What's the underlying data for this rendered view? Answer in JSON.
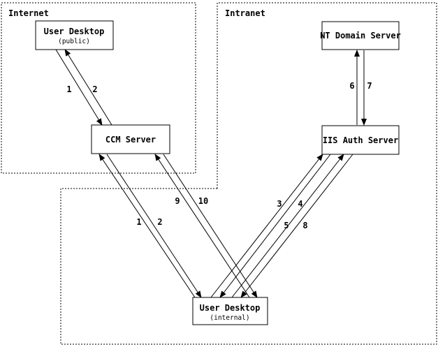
{
  "regions": {
    "internet": {
      "label": "Internet"
    },
    "intranet": {
      "label": "Intranet"
    }
  },
  "nodes": {
    "user_desktop_public": {
      "title": "User Desktop",
      "subtitle": "(public)"
    },
    "nt_domain_server": {
      "title": "NT Domain Server"
    },
    "ccm_server": {
      "title": "CCM Server"
    },
    "iis_auth_server": {
      "title": "IIS Auth Server"
    },
    "user_desktop_internal": {
      "title": "User Desktop",
      "subtitle": "(internal)"
    }
  },
  "flows": [
    {
      "label": "1",
      "from": "user-desktop-public",
      "to": "ccm-server"
    },
    {
      "label": "2",
      "from": "ccm-server",
      "to": "user-desktop-public"
    },
    {
      "label": "1",
      "from": "user-desktop-internal",
      "to": "ccm-server"
    },
    {
      "label": "2",
      "from": "ccm-server",
      "to": "user-desktop-internal"
    },
    {
      "label": "9",
      "from": "user-desktop-internal",
      "to": "ccm-server"
    },
    {
      "label": "10",
      "from": "ccm-server",
      "to": "user-desktop-internal"
    },
    {
      "label": "3",
      "from": "user-desktop-internal",
      "to": "iis-auth-server"
    },
    {
      "label": "4",
      "from": "iis-auth-server",
      "to": "user-desktop-internal"
    },
    {
      "label": "5",
      "from": "user-desktop-internal",
      "to": "iis-auth-server"
    },
    {
      "label": "8",
      "from": "iis-auth-server",
      "to": "user-desktop-internal"
    },
    {
      "label": "6",
      "from": "iis-auth-server",
      "to": "nt-domain-server"
    },
    {
      "label": "7",
      "from": "nt-domain-server",
      "to": "iis-auth-server"
    }
  ],
  "colors": {
    "line": "#000000",
    "background": "#ffffff"
  }
}
